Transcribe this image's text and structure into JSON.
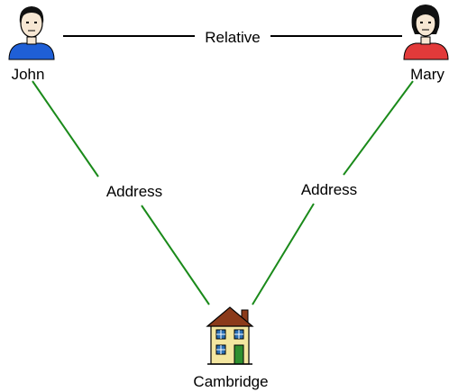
{
  "colors": {
    "relation_edge": "#000000",
    "address_edge": "#1a8a1a",
    "john_shirt": "#1f5fd6",
    "mary_shirt": "#e23a3a",
    "house_wall": "#f3e6a0",
    "house_roof": "#8b3a1a",
    "window": "#2a6fb5",
    "door": "#2f8f2f"
  },
  "nodes": {
    "john": {
      "label": "John",
      "icon": "person-icon"
    },
    "mary": {
      "label": "Mary",
      "icon": "person-icon"
    },
    "cambridge": {
      "label": "Cambridge",
      "icon": "house-icon"
    }
  },
  "edges": {
    "relative": {
      "label": "Relative"
    },
    "john_address": {
      "label": "Address"
    },
    "mary_address": {
      "label": "Address"
    }
  }
}
